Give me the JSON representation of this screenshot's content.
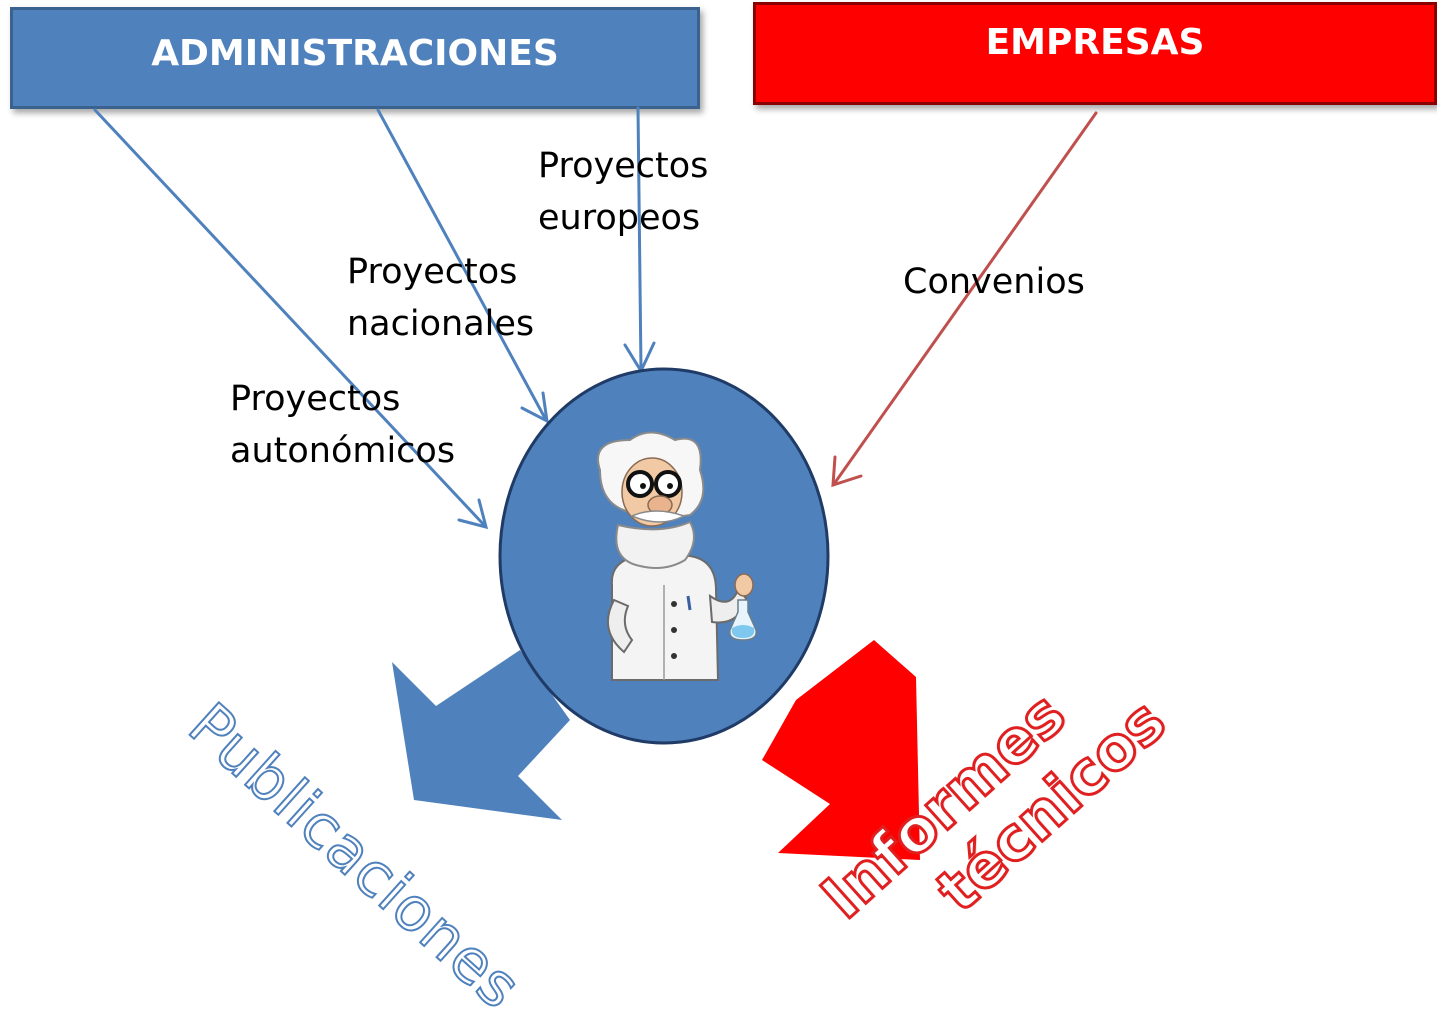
{
  "colors": {
    "admin_fill": "#4f81bd",
    "admin_border": "#3b618f",
    "empresas_fill": "#ff0000",
    "empresas_border": "#8a0000",
    "admin_arrow": "#4f81bd",
    "empresas_arrow": "#c0504d",
    "circle_fill": "#4f81bd",
    "circle_border": "#1f3b66",
    "publicaciones_arrow": "#4f81bd",
    "informes_arrow": "#ff0000"
  },
  "sources": {
    "administraciones": "ADMINISTRACIONES",
    "empresas": "EMPRESAS"
  },
  "funding_labels": {
    "europeos": [
      "Proyectos",
      "europeos"
    ],
    "nacionales": [
      "Proyectos",
      "nacionales"
    ],
    "autonomicos": [
      "Proyectos",
      "autonómicos"
    ],
    "convenios": "Convenios"
  },
  "center": {
    "icon": "scientist-with-flask-icon"
  },
  "outputs": {
    "publicaciones": "Publicaciones",
    "informes": [
      "Informes",
      "técnicos"
    ]
  }
}
